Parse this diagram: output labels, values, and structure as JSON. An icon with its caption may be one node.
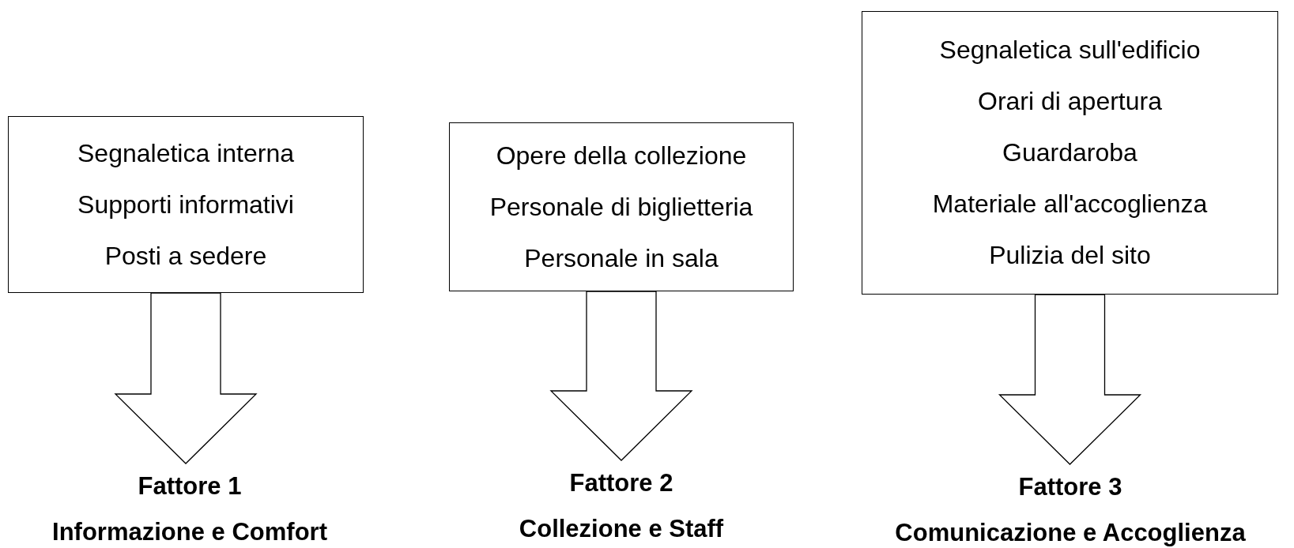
{
  "diagram": {
    "nodes": [
      {
        "text": [
          "Segnaletica interna",
          "Supporti informativi",
          "Posti a sedere"
        ]
      },
      {
        "text": [
          "Opere della collezione",
          "Personale di biglietteria",
          "Personale in sala"
        ]
      },
      {
        "text": [
          "Segnaletica sull'edificio",
          "Orari di apertura",
          "Guardaroba",
          "Materiale all'accoglienza",
          "Pulizia del sito"
        ]
      },
      {
        "text": [
          "Fattore 1",
          "Informazione e Comfort"
        ]
      },
      {
        "text": [
          "Fattore 2",
          "Collezione e Staff"
        ]
      },
      {
        "text": [
          "Fattore 3",
          "Comunicazione e Accoglienza"
        ]
      }
    ],
    "edges": [
      {
        "from": 0,
        "to": 3,
        "arrow": "to"
      },
      {
        "from": 1,
        "to": 4,
        "arrow": "to"
      },
      {
        "from": 2,
        "to": 5,
        "arrow": "to"
      }
    ]
  }
}
